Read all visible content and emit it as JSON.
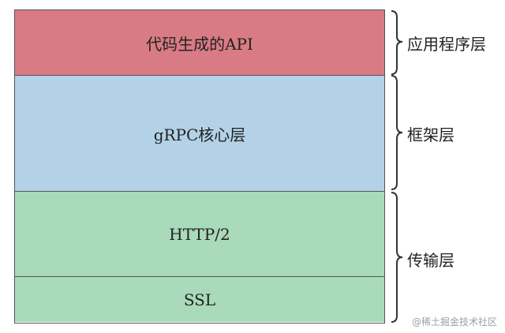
{
  "layers": [
    {
      "label": "代码生成的API",
      "color": "#d97b84"
    },
    {
      "label": "gRPC核心层",
      "color": "#b3d2e7"
    },
    {
      "label": "HTTP/2",
      "color": "#a9dab9"
    },
    {
      "label": "SSL",
      "color": "#a9dab9"
    }
  ],
  "groups": [
    {
      "label": "应用程序层"
    },
    {
      "label": "框架层"
    },
    {
      "label": "传输层"
    }
  ],
  "watermark": "@稀土掘金技术社区",
  "colors": {
    "border": "#555555",
    "brace": "#333333"
  }
}
